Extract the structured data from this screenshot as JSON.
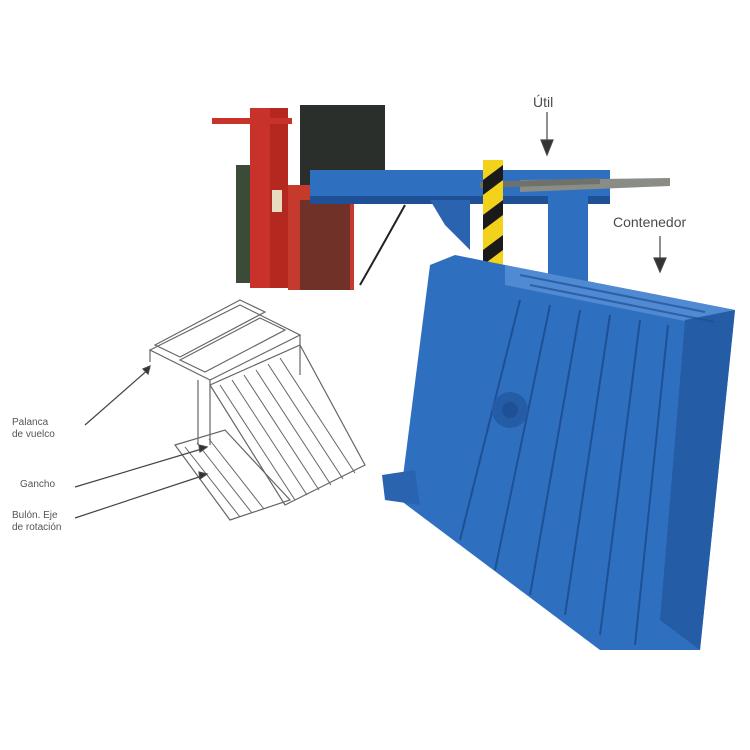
{
  "figure": {
    "description": "Forklift container tipping attachment with line-drawing inset",
    "labels": {
      "util": "Útil",
      "contenedor": "Contenedor",
      "palanca_line1": "Palanca",
      "palanca_line2": "de vuelco",
      "gancho": "Gancho",
      "bulon_line1": "Bulón. Eje",
      "bulon_line2": "de rotación"
    },
    "colors": {
      "container_blue": "#2f6fc0",
      "container_blue_dark": "#1f4f95",
      "mast_red": "#c8322a",
      "stripe_yellow": "#f2d21b",
      "stripe_black": "#1a1a1a",
      "fork_steel": "#8a8d86",
      "drawing_line": "#555555"
    }
  }
}
